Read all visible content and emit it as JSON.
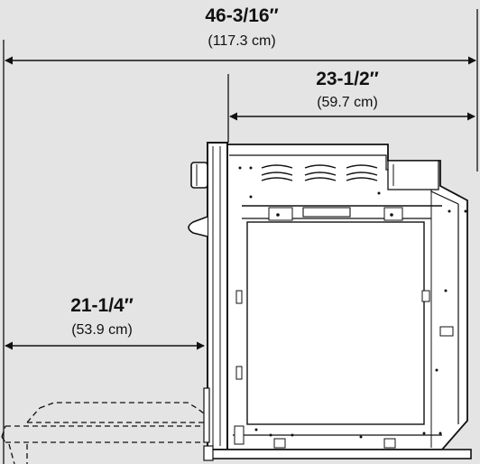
{
  "dimensions": {
    "overall": {
      "imperial": "46-3/16″",
      "metric": "(117.3 cm)"
    },
    "depth": {
      "imperial": "23-1/2″",
      "metric": "(59.7 cm)"
    },
    "door": {
      "imperial": "21-1/4″",
      "metric": "(53.9 cm)"
    }
  },
  "colors": {
    "background": "#e4e4e4",
    "line": "#111111",
    "oven_body": "#ffffff"
  }
}
